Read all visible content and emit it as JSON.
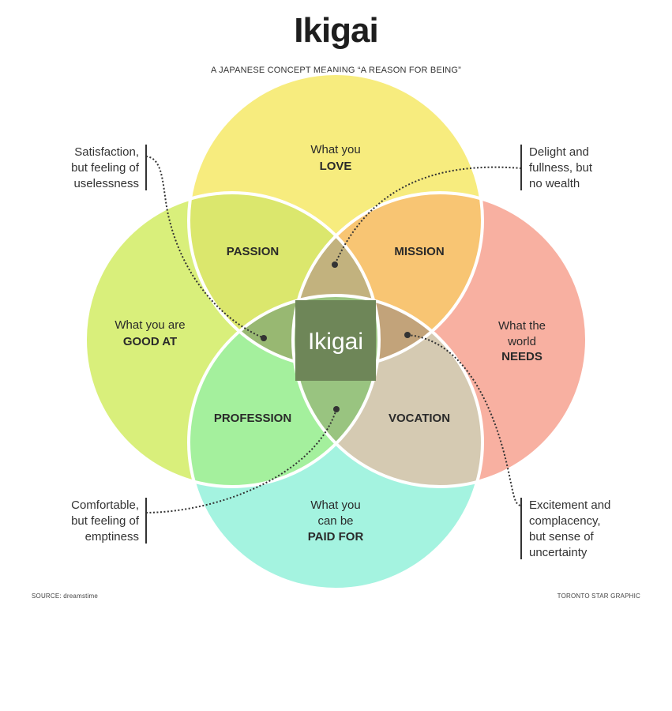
{
  "header": {
    "title": "Ikigai",
    "subtitle": "A JAPANESE CONCEPT MEANING “A REASON FOR BEING”"
  },
  "circles": {
    "love": {
      "line1": "What you",
      "line2": "LOVE",
      "color": "#f7ec7e"
    },
    "good_at": {
      "line1": "What you are",
      "line2": "GOOD AT",
      "color": "#d9ef7b"
    },
    "needs": {
      "line1": "What the",
      "line2": "world",
      "line3": "NEEDS",
      "color": "#f8b0a1"
    },
    "paid_for": {
      "line1": "What you",
      "line2": "can be",
      "line3": "PAID FOR",
      "color": "#a4f3e0"
    }
  },
  "overlaps": {
    "passion": {
      "label": "PASSION",
      "color": "#dbe76d"
    },
    "mission": {
      "label": "MISSION",
      "color": "#f8c573"
    },
    "profession": {
      "label": "PROFESSION",
      "color": "#a4f09d"
    },
    "vocation": {
      "label": "VOCATION",
      "color": "#d5cab2"
    },
    "center": {
      "label": "Ikigai",
      "color": "#6e8658"
    }
  },
  "notes": {
    "top_left": [
      "Satisfaction,",
      "but feeling of",
      "uselessness"
    ],
    "top_right": [
      "Delight and",
      "fullness, but",
      "no wealth"
    ],
    "bottom_left": [
      "Comfortable,",
      "but feeling of",
      "emptiness"
    ],
    "bottom_right": [
      "Excitement and",
      "complacency,",
      "but sense of",
      "uncertainty"
    ]
  },
  "footer": {
    "source": "SOURCE: dreamstime",
    "credit": "TORONTO STAR GRAPHIC"
  }
}
